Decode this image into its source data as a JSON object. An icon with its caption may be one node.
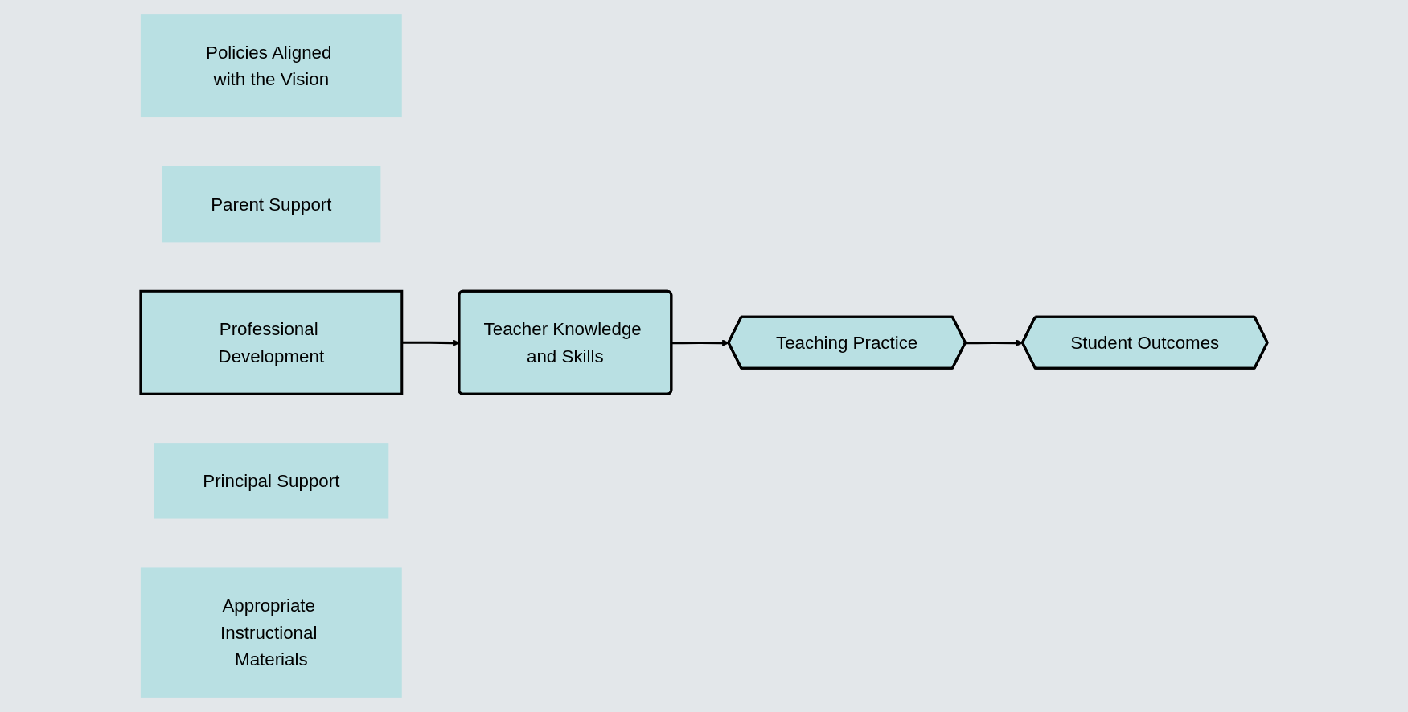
{
  "diagram": {
    "nodes": [
      {
        "text": [
          "Policies Aligned with the Vision"
        ]
      },
      {
        "text": [
          "Parent Support"
        ]
      },
      {
        "text": [
          "Professional Development"
        ]
      },
      {
        "text": [
          "Teacher Knowledge and Skills"
        ]
      },
      {
        "text": [
          "Teaching Practice"
        ]
      },
      {
        "text": [
          "Student Outcomes"
        ]
      },
      {
        "text": [
          "Principal Support"
        ]
      },
      {
        "text": [
          "Appropriate Instructional Materials"
        ]
      }
    ],
    "edges": [
      {
        "from": 2,
        "to": 3,
        "arrow": "to"
      },
      {
        "from": 3,
        "to": 4,
        "arrow": "to"
      },
      {
        "from": 4,
        "to": 5,
        "arrow": "to"
      }
    ]
  }
}
